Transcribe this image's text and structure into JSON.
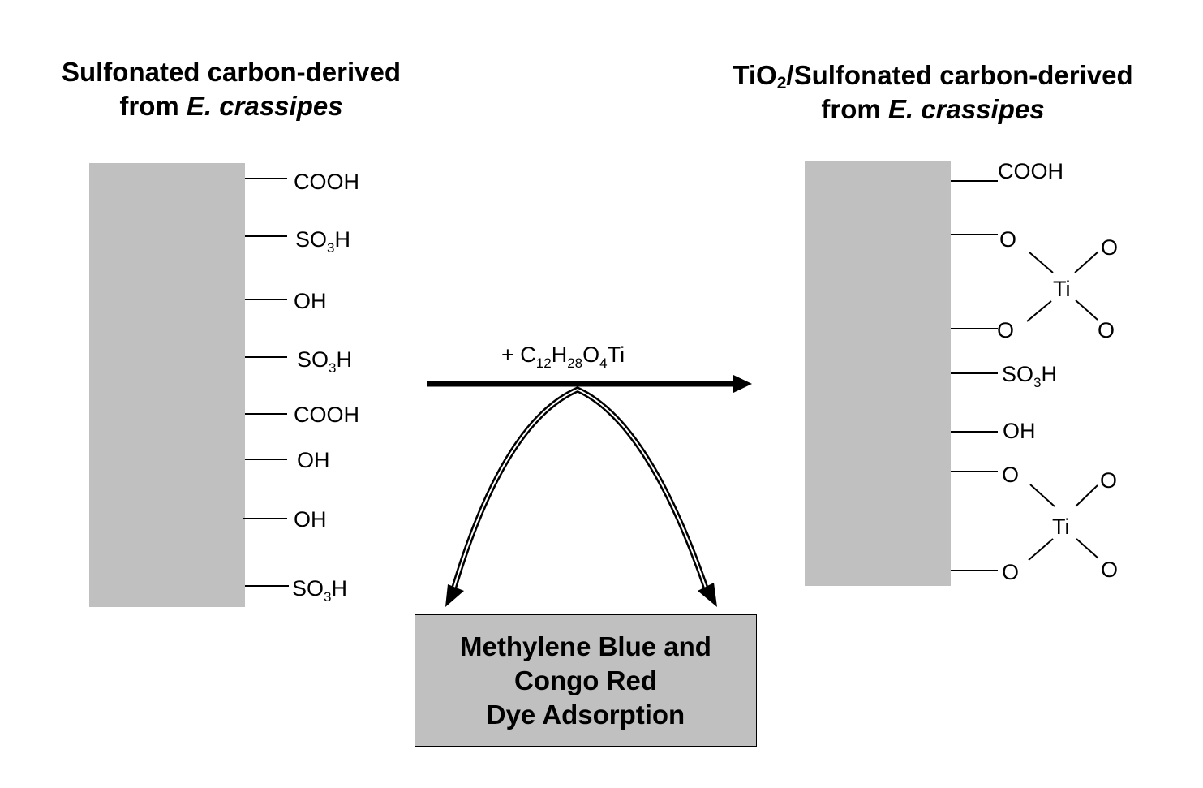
{
  "left": {
    "title_line1": "Sulfonated carbon-derived",
    "title_from": "from ",
    "title_species": "E. crassipes",
    "groups": [
      {
        "main": "COOH"
      },
      {
        "main": "SO",
        "sub": "3",
        "tail": "H"
      },
      {
        "main": "OH"
      },
      {
        "main": "SO",
        "sub": "3",
        "tail": "H"
      },
      {
        "main": "COOH"
      },
      {
        "main": "OH"
      },
      {
        "main": "OH"
      },
      {
        "main": "SO",
        "sub": "3",
        "tail": "H"
      }
    ]
  },
  "right": {
    "title_prefix": "TiO",
    "title_prefix_sub": "2",
    "title_line1": "/Sulfonated carbon-derived",
    "title_from": "from ",
    "title_species": "E. crassipes",
    "cooh": "COOH",
    "so3h": {
      "main": "SO",
      "sub": "3",
      "tail": "H"
    },
    "oh": "OH",
    "oxygen": "O",
    "titanium": "Ti"
  },
  "reagent": {
    "prefix": "+ C",
    "parts": [
      {
        "sub": "12",
        "text": "H"
      },
      {
        "sub": "28",
        "text": "O"
      },
      {
        "sub": "4",
        "text": "Ti"
      }
    ]
  },
  "product": {
    "text": "Methylene Blue and\nCongo Red\nDye Adsorption"
  }
}
